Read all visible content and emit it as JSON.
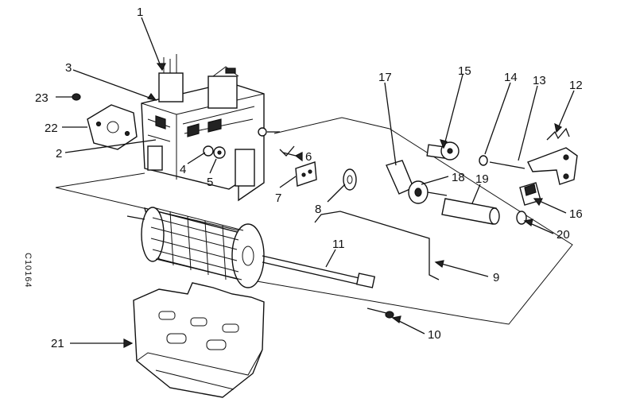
{
  "diagram": {
    "side_code": "C10164",
    "callouts": [
      "1",
      "2",
      "3",
      "4",
      "5",
      "6",
      "7",
      "8",
      "9",
      "10",
      "11",
      "12",
      "13",
      "14",
      "15",
      "16",
      "17",
      "18",
      "19",
      "20",
      "21",
      "22",
      "23"
    ]
  }
}
